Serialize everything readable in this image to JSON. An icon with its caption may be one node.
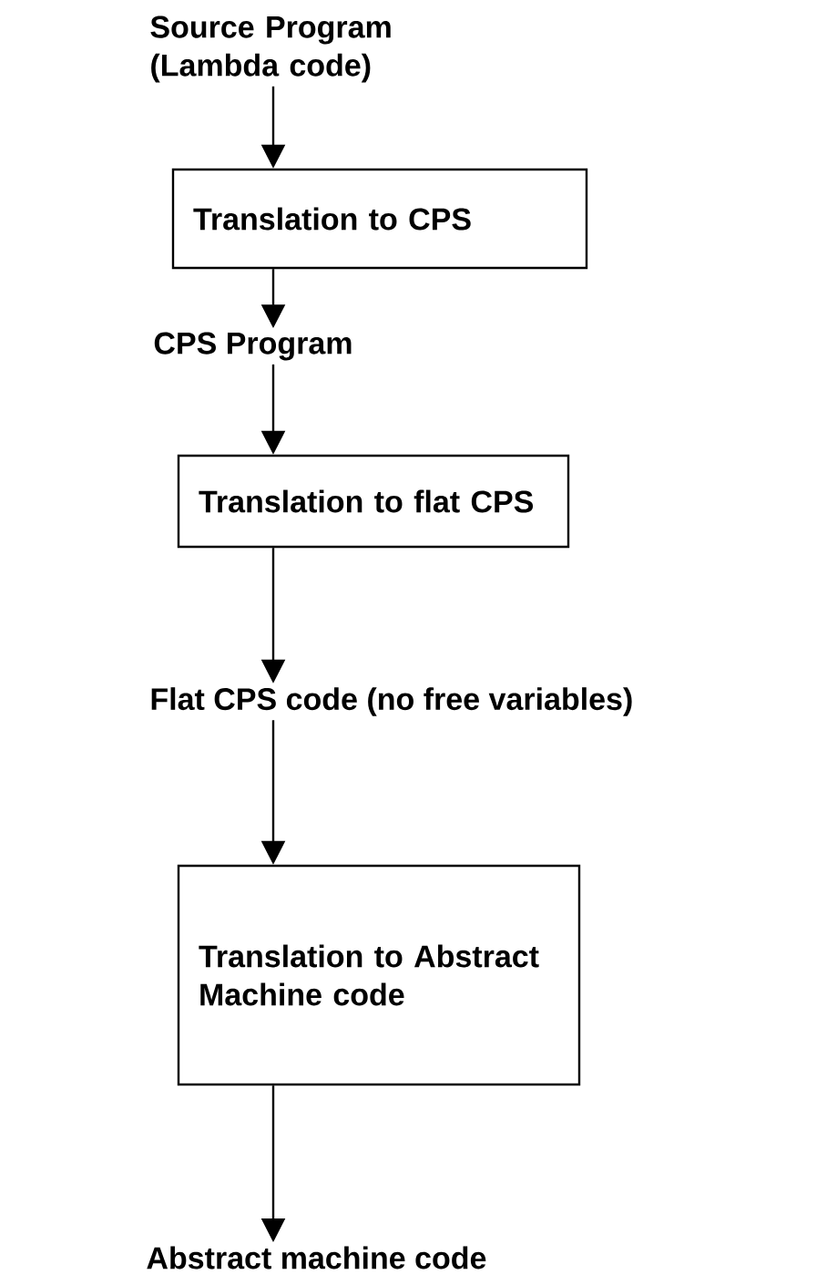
{
  "diagram": {
    "nodes": [
      {
        "text": [
          "Source Program (Lambda code)"
        ]
      },
      {
        "text": [
          "Translation to CPS"
        ]
      },
      {
        "text": [
          "CPS Program"
        ]
      },
      {
        "text": [
          "Translation to flat CPS"
        ]
      },
      {
        "text": [
          "Flat CPS code (no free variables)"
        ]
      },
      {
        "text": [
          "Translation to Abstract Machine code"
        ]
      },
      {
        "text": [
          "Abstract machine code"
        ]
      }
    ],
    "edges": [
      {
        "from": 0,
        "to": 1,
        "arrow": "to"
      },
      {
        "from": 1,
        "to": 2,
        "arrow": "to"
      },
      {
        "from": 2,
        "to": 3,
        "arrow": "to"
      },
      {
        "from": 3,
        "to": 4,
        "arrow": "to"
      },
      {
        "from": 4,
        "to": 5,
        "arrow": "to"
      },
      {
        "from": 5,
        "to": 6,
        "arrow": "to"
      }
    ]
  }
}
